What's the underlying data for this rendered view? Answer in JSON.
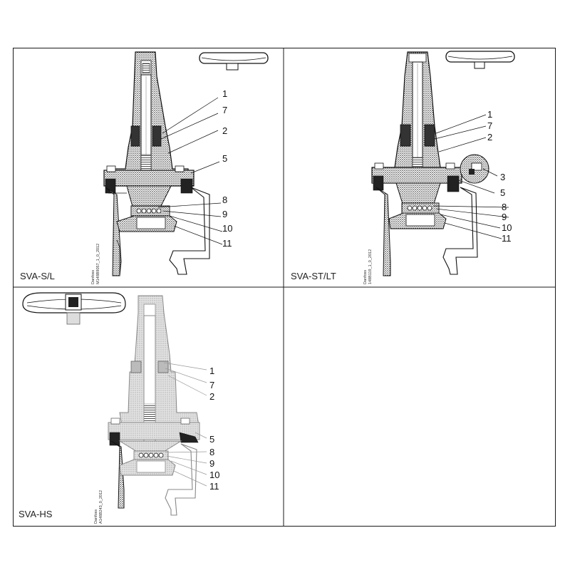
{
  "panels": [
    {
      "title": "SVA-S/L",
      "doc_code_line1": "Danfoss",
      "doc_code_line2": "M148B9057_1_0_2012",
      "callouts": [
        "1",
        "7",
        "2",
        "5",
        "8",
        "9",
        "10",
        "11"
      ]
    },
    {
      "title": "SVA-ST/LT",
      "doc_code_line1": "Danfoss",
      "doc_code_line2": "148B119_1_0_2012",
      "callouts": [
        "1",
        "7",
        "2",
        "3",
        "5",
        "8",
        "9",
        "10",
        "11"
      ]
    },
    {
      "title": "SVA-HS",
      "doc_code_line1": "Danfoss",
      "doc_code_line2": "A148B243_0_2012",
      "callouts": [
        "1",
        "7",
        "2",
        "5",
        "8",
        "9",
        "10",
        "11"
      ]
    }
  ],
  "colors": {
    "border": "#1a1a1a",
    "line": "#111111",
    "hatch": "#555555",
    "hs_fill": "#d6d6d6",
    "hs_line": "#888888"
  }
}
